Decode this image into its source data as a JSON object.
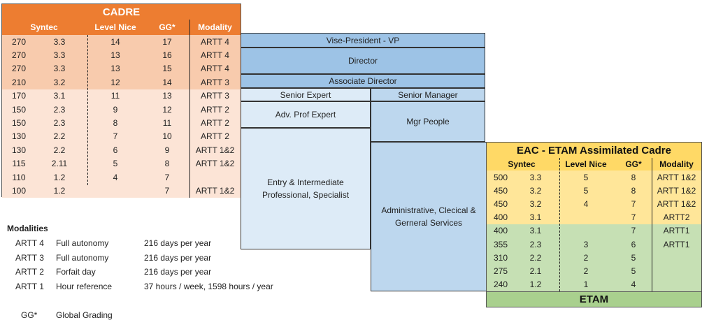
{
  "cadre": {
    "title": "CADRE",
    "headers": [
      "Syntec",
      "Level Nice",
      "GG*",
      "Modality"
    ],
    "rows": [
      {
        "syntec": "270",
        "coef": "3.3",
        "level": "14",
        "gg": "17",
        "modality": "ARTT 4",
        "shade": "dark"
      },
      {
        "syntec": "270",
        "coef": "3.3",
        "level": "13",
        "gg": "16",
        "modality": "ARTT 4",
        "shade": "dark"
      },
      {
        "syntec": "270",
        "coef": "3.3",
        "level": "13",
        "gg": "15",
        "modality": "ARTT 4",
        "shade": "dark"
      },
      {
        "syntec": "210",
        "coef": "3.2",
        "level": "12",
        "gg": "14",
        "modality": "ARTT 3",
        "shade": "dark"
      },
      {
        "syntec": "170",
        "coef": "3.1",
        "level": "11",
        "gg": "13",
        "modality": "ARTT 3",
        "shade": "light"
      },
      {
        "syntec": "150",
        "coef": "2.3",
        "level": "9",
        "gg": "12",
        "modality": "ARTT 2",
        "shade": "light"
      },
      {
        "syntec": "150",
        "coef": "2.3",
        "level": "8",
        "gg": "11",
        "modality": "ARTT 2",
        "shade": "light"
      },
      {
        "syntec": "130",
        "coef": "2.2",
        "level": "7",
        "gg": "10",
        "modality": "ARTT 2",
        "shade": "light"
      },
      {
        "syntec": "130",
        "coef": "2.2",
        "level": "6",
        "gg": "9",
        "modality": "ARTT 1&2",
        "shade": "light"
      },
      {
        "syntec": "115",
        "coef": "2.11",
        "level": "5",
        "gg": "8",
        "modality": "ARTT 1&2",
        "shade": "light"
      },
      {
        "syntec": "110",
        "coef": "1.2",
        "level": "4",
        "gg": "7",
        "modality": "",
        "shade": "light"
      },
      {
        "syntec": "100",
        "coef": "1.2",
        "level": "",
        "gg": "7",
        "modality": "ARTT 1&2",
        "shade": "light"
      }
    ]
  },
  "org": {
    "vp": "Vise-President - VP",
    "director": "Director",
    "associate_director": "Associate Director",
    "senior_expert": "Senior Expert",
    "senior_manager": "Senior Manager",
    "adv_prof_expert": "Adv. Prof Expert",
    "mgr_people": "Mgr People",
    "entry_line1": "Entry & Intermediate",
    "entry_line2": "Professional, Specialist",
    "admin_line1": "Administrative, Clecical &",
    "admin_line2": "Gerneral Services"
  },
  "eac": {
    "title": "EAC - ETAM Assimilated Cadre",
    "headers": [
      "Syntec",
      "Level Nice",
      "GG*",
      "Modality"
    ],
    "rows": [
      {
        "syntec": "500",
        "coef": "3.3",
        "level": "5",
        "gg": "8",
        "modality": "ARTT 1&2",
        "shade": "yellow"
      },
      {
        "syntec": "450",
        "coef": "3.2",
        "level": "5",
        "gg": "8",
        "modality": "ARTT 1&2",
        "shade": "yellow"
      },
      {
        "syntec": "450",
        "coef": "3.2",
        "level": "4",
        "gg": "7",
        "modality": "ARTT 1&2",
        "shade": "yellow"
      },
      {
        "syntec": "400",
        "coef": "3.1",
        "level": "",
        "gg": "7",
        "modality": "ARTT2",
        "shade": "yellow"
      },
      {
        "syntec": "400",
        "coef": "3.1",
        "level": "",
        "gg": "7",
        "modality": "ARTT1",
        "shade": "green"
      },
      {
        "syntec": "355",
        "coef": "2.3",
        "level": "3",
        "gg": "6",
        "modality": "ARTT1",
        "shade": "green"
      },
      {
        "syntec": "310",
        "coef": "2.2",
        "level": "2",
        "gg": "5",
        "modality": "",
        "shade": "green"
      },
      {
        "syntec": "275",
        "coef": "2.1",
        "level": "2",
        "gg": "5",
        "modality": "",
        "shade": "green"
      },
      {
        "syntec": "240",
        "coef": "1.2",
        "level": "1",
        "gg": "4",
        "modality": "",
        "shade": "green"
      }
    ],
    "footer": "ETAM"
  },
  "modalities": {
    "title": "Modalities",
    "items": [
      {
        "code": "ARTT 4",
        "name": "Full autonomy",
        "detail": "216 days per year"
      },
      {
        "code": "ARTT 3",
        "name": "Full autonomy",
        "detail": "216 days per year"
      },
      {
        "code": "ARTT 2",
        "name": "Forfait day",
        "detail": "216 days per year"
      },
      {
        "code": "ARTT 1",
        "name": "Hour reference",
        "detail": "37 hours / week, 1598 hours / year"
      }
    ],
    "gg_code": "GG*",
    "gg_meaning": "Global Grading"
  },
  "colors": {
    "orange": "#ed7d31",
    "peach_dark": "#f8cbad",
    "peach_light": "#fce4d6",
    "blue_dark": "#9dc3e6",
    "blue_mid": "#bdd7ee",
    "blue_light": "#ddebf7",
    "yellow_header": "#ffd966",
    "yellow_row": "#ffe699",
    "green_row": "#c6e0b4",
    "green_footer": "#a9d08e"
  }
}
